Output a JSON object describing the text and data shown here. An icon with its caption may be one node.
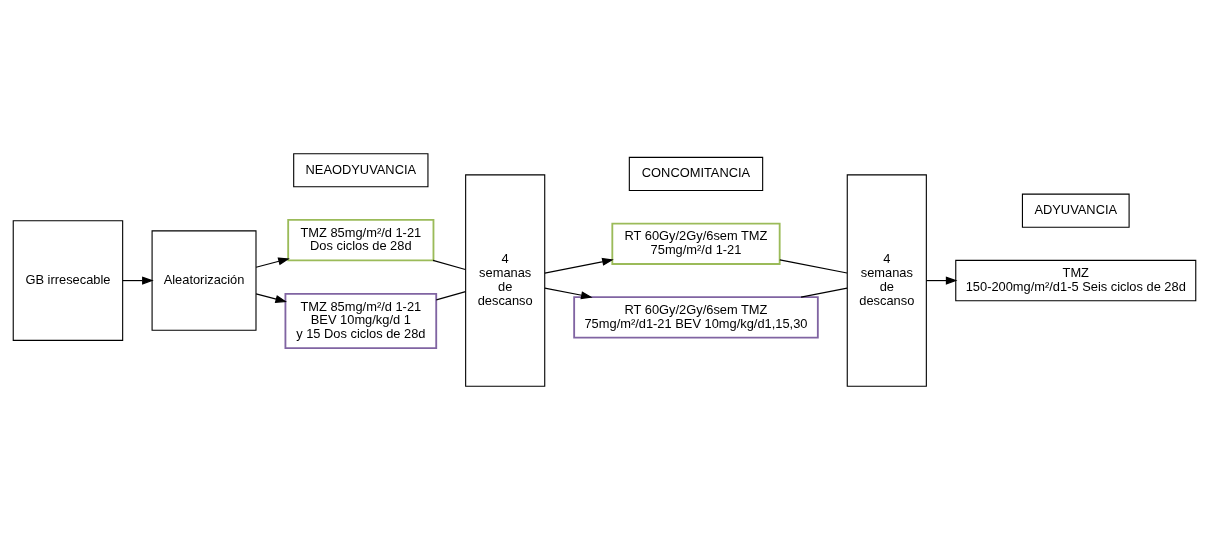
{
  "diagram": {
    "nodes": [
      {
        "text": [
          "NEAODYUVANCIA"
        ]
      },
      {
        "text": [
          "CONCOMITANCIA"
        ]
      },
      {
        "text": [
          "ADYUVANCIA"
        ]
      },
      {
        "text": [
          "GB irresecable"
        ]
      },
      {
        "text": [
          "Aleatorización"
        ]
      },
      {
        "text": [
          "TMZ 85mg/m²/d 1-21 Dos ciclos de 28d"
        ]
      },
      {
        "text": [
          "4 semanas de descanso"
        ]
      },
      {
        "text": [
          "RT 60Gy/2Gy/6sem TMZ 75mg/m²/d 1-21"
        ]
      },
      {
        "text": [
          "4 semanas de descanso"
        ]
      },
      {
        "text": [
          "TMZ 150-200mg/m²/d1-5 Seis ciclos de 28d"
        ]
      },
      {
        "text": [
          "TMZ 85mg/m²/d 1-21 BEV 10mg/kg/d 1 y 15 Dos ciclos de 28d"
        ]
      },
      {
        "text": [
          "RT 60Gy/2Gy/6sem TMZ 75mg/m²/d1-21 BEV 10mg/kg/d1,15,30"
        ]
      }
    ],
    "edges": [
      {
        "from": 3,
        "to": 4,
        "arrow": "to"
      },
      {
        "from": 4,
        "to": 5,
        "arrow": "to"
      },
      {
        "from": 4,
        "to": 10,
        "arrow": "to"
      },
      {
        "from": 5,
        "to": 6,
        "arrow": "none"
      },
      {
        "from": 10,
        "to": 6,
        "arrow": "none"
      },
      {
        "from": 6,
        "to": 7,
        "arrow": "to"
      },
      {
        "from": 6,
        "to": 11,
        "arrow": "to"
      },
      {
        "from": 7,
        "to": 8,
        "arrow": "none"
      },
      {
        "from": 11,
        "to": 8,
        "arrow": "none"
      },
      {
        "from": 8,
        "to": 9,
        "arrow": "to"
      }
    ]
  }
}
